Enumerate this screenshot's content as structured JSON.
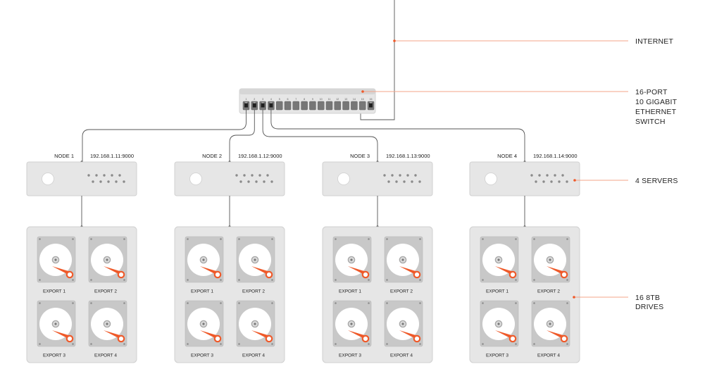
{
  "colors": {
    "accent": "#ef5a2a",
    "box": "#e6e6e6",
    "box_border": "#d0d0d0",
    "wire": "#555555"
  },
  "callouts": {
    "internet": [
      "INTERNET"
    ],
    "switch": [
      "16-PORT",
      "10 GIGABIT",
      "ETHERNET",
      "SWITCH"
    ],
    "servers": [
      "4 SERVERS"
    ],
    "drives": [
      "16 8TB",
      "DRIVES"
    ]
  },
  "switch": {
    "ports": [
      "1",
      "2",
      "3",
      "4",
      "5",
      "6",
      "7",
      "8",
      "9",
      "10",
      "11",
      "12",
      "13",
      "14",
      "15",
      "16"
    ],
    "connected_ports": [
      1,
      2,
      3,
      4,
      16
    ]
  },
  "nodes": [
    {
      "name": "NODE 1",
      "address": "192.168.1.11:9000",
      "exports": [
        "EXPORT 1",
        "EXPORT 2",
        "EXPORT 3",
        "EXPORT 4"
      ]
    },
    {
      "name": "NODE 2",
      "address": "192.168.1.12:9000",
      "exports": [
        "EXPORT 1",
        "EXPORT 2",
        "EXPORT 3",
        "EXPORT 4"
      ]
    },
    {
      "name": "NODE 3",
      "address": "192.168.1.13:9000",
      "exports": [
        "EXPORT 1",
        "EXPORT 2",
        "EXPORT 3",
        "EXPORT 4"
      ]
    },
    {
      "name": "NODE 4",
      "address": "192.168.1.14:9000",
      "exports": [
        "EXPORT 1",
        "EXPORT 2",
        "EXPORT 3",
        "EXPORT 4"
      ]
    }
  ]
}
